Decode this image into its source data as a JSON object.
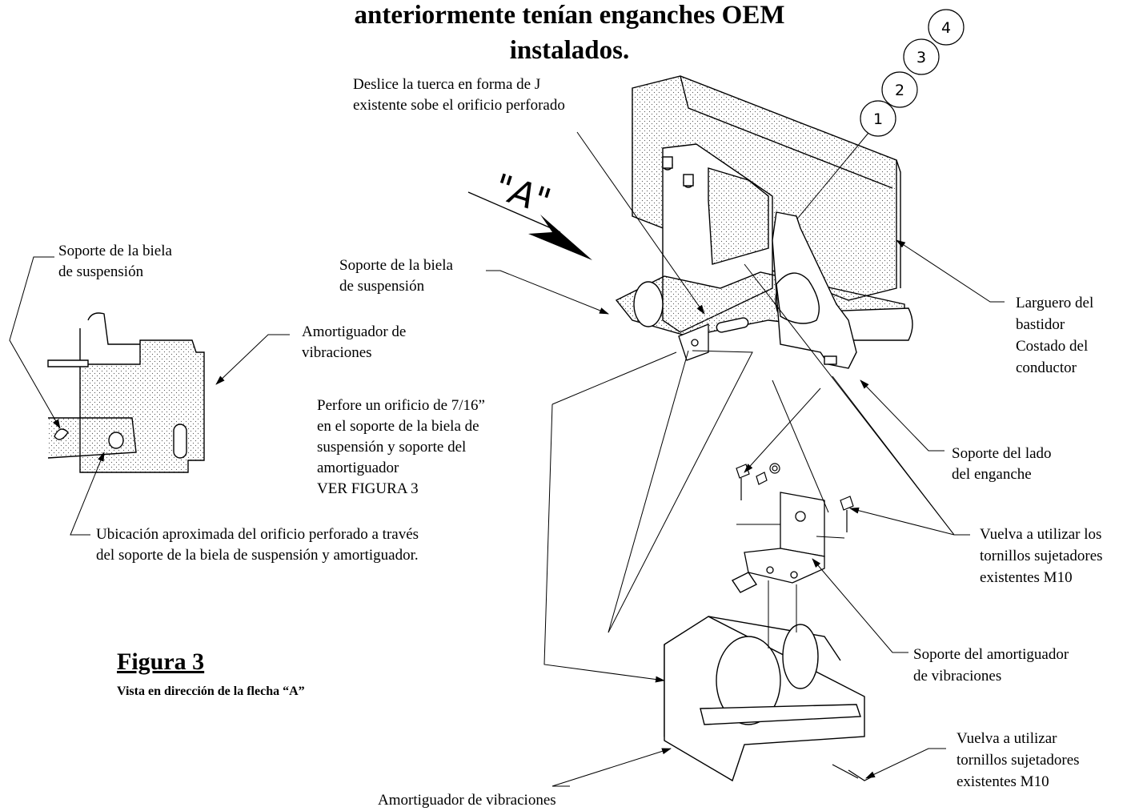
{
  "title": {
    "line1": "anteriormente tenían enganches OEM",
    "line2": "instalados."
  },
  "callout_numbers": [
    "1",
    "2",
    "3",
    "4"
  ],
  "view_arrow_label": "\"A\"",
  "labels": {
    "j_nut": [
      "Deslice la tuerca en forma de J",
      "existente sobe el orificio perforado"
    ],
    "hanger_bracket_left": [
      "Soporte de la biela",
      "de suspensión"
    ],
    "hanger_bracket_mid": [
      "Soporte de la biela",
      "de suspensión"
    ],
    "damper_top": [
      "Amortiguador de",
      "vibraciones"
    ],
    "drill_hole": [
      "Perfore un orificio de 7/16”",
      "en el soporte de la biela de",
      "suspensión y soporte del",
      "amortiguador",
      "VER FIGURA 3"
    ],
    "approx_location": [
      "Ubicación aproximada del orificio perforado a través",
      "del soporte de la biela de suspensión y amortiguador."
    ],
    "frame_rail": [
      "Larguero del",
      "bastidor",
      "Costado del",
      "conductor"
    ],
    "hitch_side_bracket": [
      "Soporte del lado",
      "del enganche"
    ],
    "reuse_fasteners_1": [
      "Vuelva a utilizar los",
      "tornillos sujetadores",
      "existentes M10"
    ],
    "damper_bracket": [
      "Soporte del amortiguador",
      "de vibraciones"
    ],
    "reuse_fasteners_2": [
      "Vuelva a utilizar",
      "tornillos sujetadores",
      "existentes M10"
    ],
    "damper_bottom": [
      "Amortiguador de vibraciones"
    ]
  },
  "figure": {
    "heading": "Figura 3",
    "caption": "Vista en dirección de la flecha “A”"
  }
}
